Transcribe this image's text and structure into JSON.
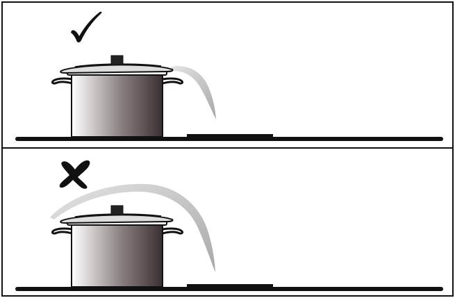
{
  "diagram": {
    "panels": [
      {
        "id": "correct",
        "mark": "check-mark-icon",
        "meaning": "correct"
      },
      {
        "id": "incorrect",
        "mark": "cross-mark-icon",
        "meaning": "incorrect"
      }
    ]
  },
  "colors": {
    "outline": "#111111",
    "hob": "#111111",
    "pot_shade_dark": "#3a3032",
    "pot_shade_light": "#ffffff",
    "steam": "#c8c8c8",
    "lid": "#d8d8d8",
    "background": "#ffffff"
  }
}
